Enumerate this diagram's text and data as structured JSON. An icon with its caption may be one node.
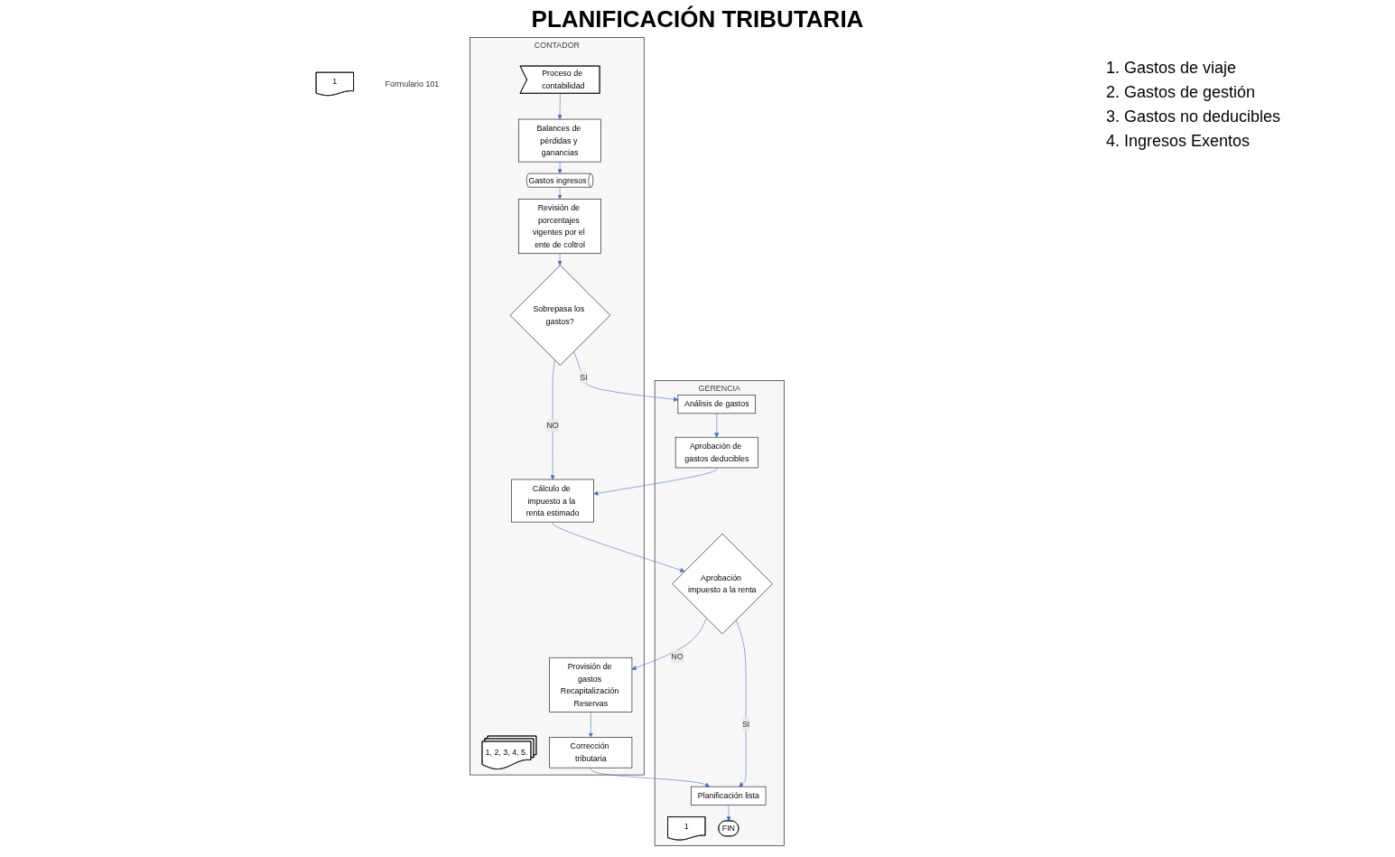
{
  "diagram": {
    "title": "PLANIFICACIÓN TRIBUTARIA",
    "nodes": [
      {
        "text": [
          "CONTADOR"
        ]
      },
      {
        "text": [
          "GERENCIA"
        ]
      },
      {
        "text": [
          "Proceso de contabilidad"
        ],
        "in": 0
      },
      {
        "text": [
          "Balances de pérdidas y ganancias"
        ],
        "in": 0
      },
      {
        "text": [
          "Gastos ingresos"
        ],
        "in": 0
      },
      {
        "text": [
          "Revisión de porcentajes vigentes por el ente de coltrol"
        ],
        "in": 0
      },
      {
        "text": [
          "1, 2, 3, 4, 5."
        ],
        "in": 0
      },
      {
        "text": [
          "Sobrepasa los gastos?"
        ],
        "in": 0
      },
      {
        "text": [
          "Cálculo de impuesto a la renta estimado"
        ],
        "in": 0
      },
      {
        "text": [
          "Provisión de gastos Recapitalización Reservas"
        ],
        "in": 0
      },
      {
        "text": [
          "Corrección tributaria"
        ],
        "in": 0
      },
      {
        "text": [
          "Análisis de gastos"
        ],
        "in": 1
      },
      {
        "text": [
          "Aprobación de gastos deducibles"
        ],
        "in": 1
      },
      {
        "text": [
          "Aprobación impuesto a la renta"
        ],
        "in": 1
      },
      {
        "text": [
          "Planificación lista"
        ],
        "in": 1
      },
      {
        "text": [
          "1"
        ],
        "in": 1
      },
      {
        "text": [
          "FIN"
        ],
        "in": 1
      },
      {
        "text": [
          "1"
        ],
        "beside": [
          "Formulario 101"
        ]
      }
    ],
    "edges": [
      {
        "from": 2,
        "to": 3,
        "arrow": "to"
      },
      {
        "from": 3,
        "to": 4,
        "arrow": "to"
      },
      {
        "from": 4,
        "to": 5,
        "arrow": "to"
      },
      {
        "from": 5,
        "to": 7,
        "arrow": "to"
      },
      {
        "from": 7,
        "to": 8,
        "arrow": "to",
        "label": "NO"
      },
      {
        "from": 7,
        "to": 11,
        "arrow": "to",
        "label": "SI"
      },
      {
        "from": 11,
        "to": 12,
        "arrow": "to"
      },
      {
        "from": 12,
        "to": 8,
        "arrow": "to"
      },
      {
        "from": 8,
        "to": 13,
        "arrow": "to"
      },
      {
        "from": 13,
        "to": 9,
        "arrow": "to",
        "label": "NO"
      },
      {
        "from": 9,
        "to": 10,
        "arrow": "to"
      },
      {
        "from": 10,
        "to": 14,
        "arrow": "to"
      },
      {
        "from": 13,
        "to": 14,
        "arrow": "to",
        "label": "SI"
      },
      {
        "from": 14,
        "to": 16,
        "arrow": "to"
      }
    ],
    "labels": [
      "1. Gastos de viaje",
      "2. Gastos de gestión",
      "3. Gastos no deducibles",
      "4. Ingresos Exentos"
    ]
  }
}
